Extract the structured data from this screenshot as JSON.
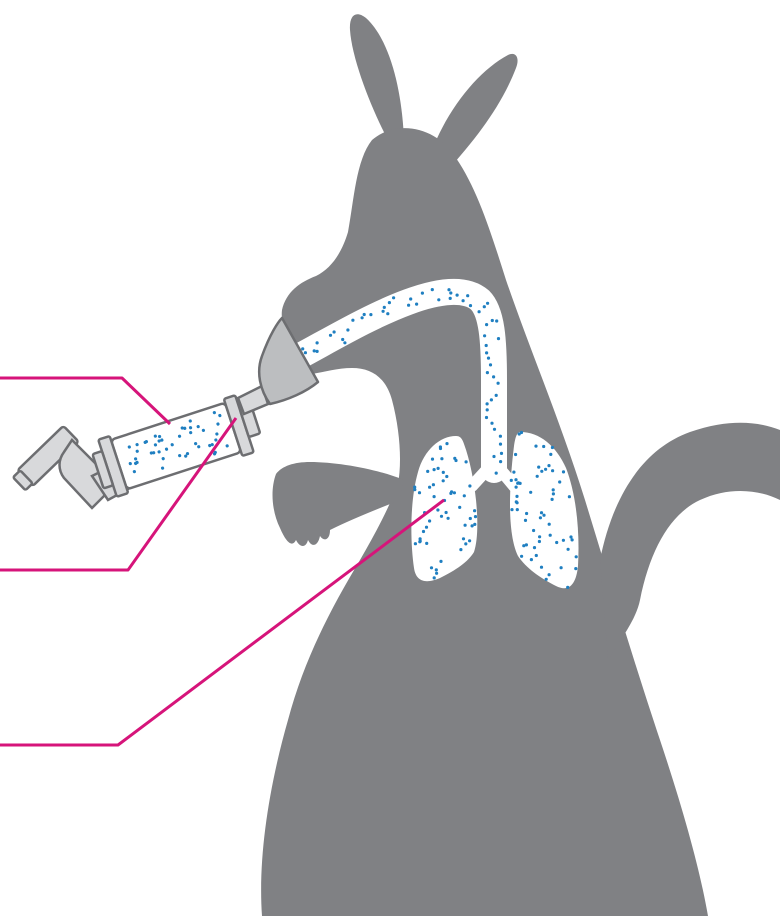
{
  "colors": {
    "background": "#ffffff",
    "silhouette": "#808184",
    "airway_fill": "#ffffff",
    "particles": "#1f7fc1",
    "leader_lines": "#d6147a",
    "device_fill": "#d8d9db",
    "device_stroke": "#6d6e71",
    "mask_fill": "#bcbec0"
  },
  "icons": {
    "animal": "kangaroo-silhouette-icon",
    "inhaler": "metered-dose-inhaler-icon",
    "spacer": "spacer-chamber-icon",
    "mask": "face-mask-icon",
    "lungs": "lungs-icon"
  },
  "callouts": [
    {
      "name": "callout-line-spacer-top",
      "points_to": "spacer"
    },
    {
      "name": "callout-line-spacer-bottom",
      "points_to": "spacer"
    },
    {
      "name": "callout-line-lungs",
      "points_to": "lungs"
    }
  ]
}
